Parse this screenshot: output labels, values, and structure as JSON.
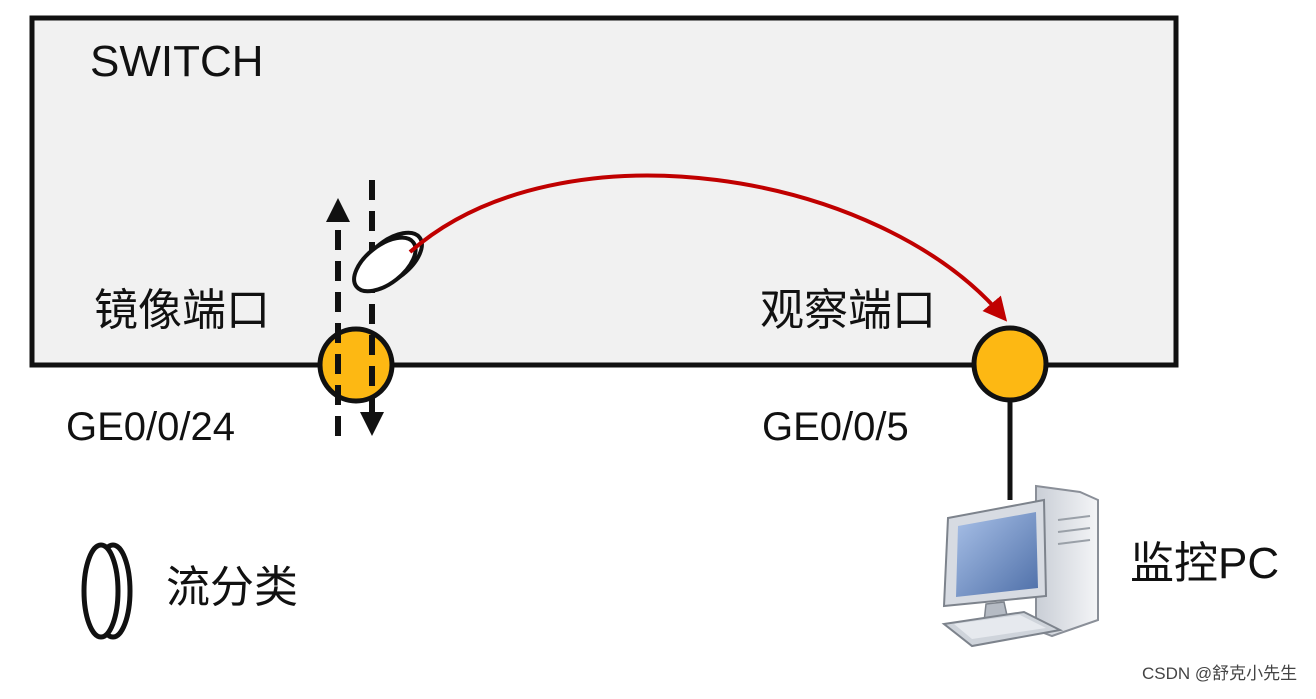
{
  "switch": {
    "title": "SWITCH"
  },
  "mirror_port": {
    "label": "镜像端口",
    "interface": "GE0/0/24"
  },
  "observe_port": {
    "label": "观察端口",
    "interface": "GE0/0/5"
  },
  "monitor": {
    "label": "监控PC"
  },
  "legend": {
    "flow_class_label": "流分类"
  },
  "watermark": {
    "text": "CSDN @舒克小先生"
  },
  "colors": {
    "switch_fill": "#f1f1f1",
    "outline": "#111111",
    "port_fill": "#fdb813",
    "mirror_arrow": "#c00000",
    "monitor_body": "#dfe3ea",
    "monitor_screen": "#6e8fc5"
  }
}
